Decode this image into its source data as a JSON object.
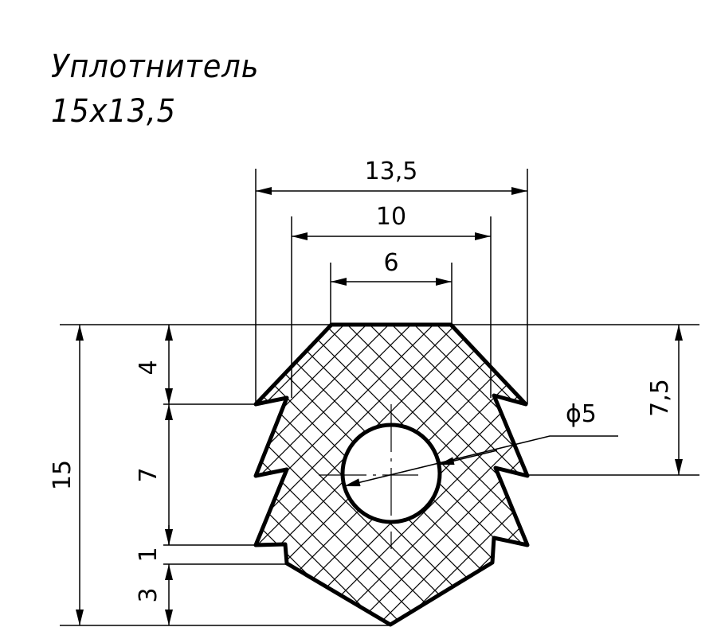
{
  "title": {
    "line1": "Уплотнитель",
    "line2": "15x13,5"
  },
  "dimensions": {
    "width_total": "13,5",
    "width_mid": "10",
    "width_top": "6",
    "height_total": "15",
    "height_4": "4",
    "height_7": "7",
    "height_1": "1",
    "height_3": "3",
    "height_right": "7,5",
    "diameter": "ϕ5"
  },
  "colors": {
    "line": "#000000",
    "background": "#ffffff"
  }
}
